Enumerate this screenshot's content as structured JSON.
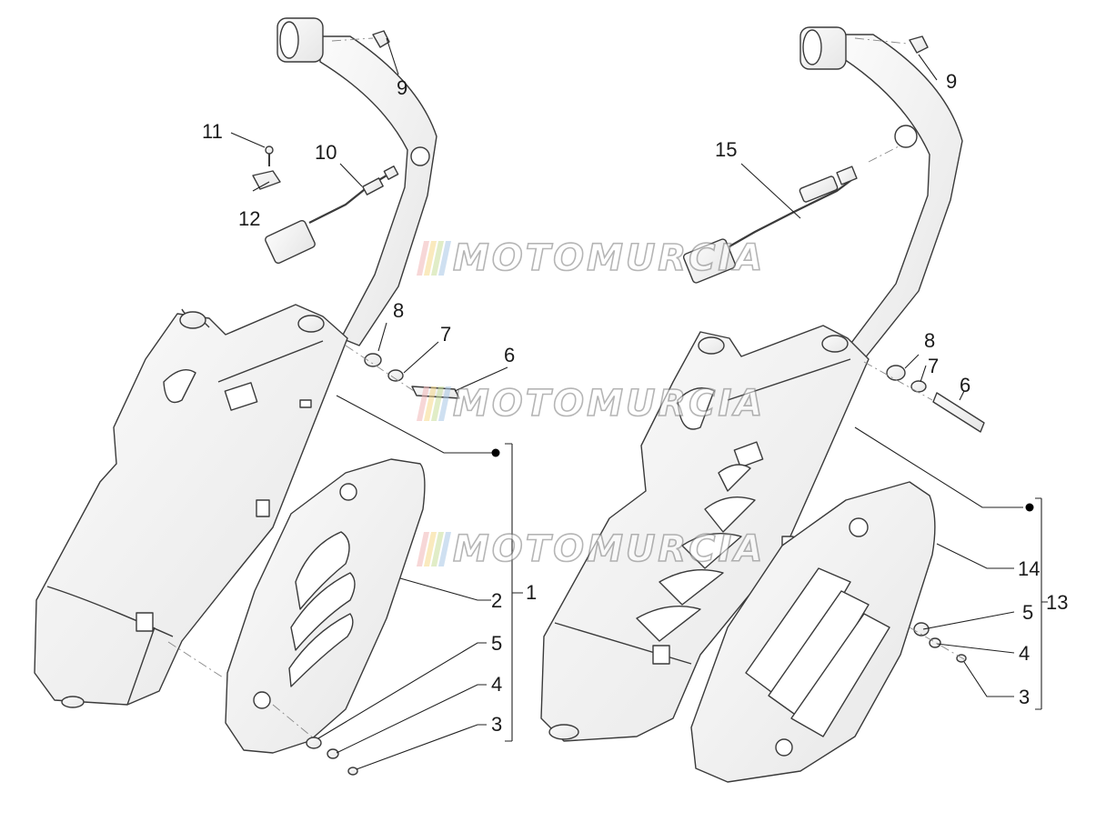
{
  "callouts": {
    "left": {
      "c9": "9",
      "c11": "11",
      "c10": "10",
      "c12": "12",
      "c8": "8",
      "c7": "7",
      "c6": "6",
      "c2": "2",
      "c1": "1",
      "c5": "5",
      "c4": "4",
      "c3": "3"
    },
    "right": {
      "c9": "9",
      "c15": "15",
      "c8": "8",
      "c7": "7",
      "c6": "6",
      "c14": "14",
      "c13": "13",
      "c5": "5",
      "c4": "4",
      "c3": "3"
    }
  },
  "watermark": {
    "text": "MOTOMURCIA",
    "stripe_colors": [
      "#f2b8b8",
      "#f6d98a",
      "#c9df9b",
      "#a9c8e6"
    ]
  },
  "colors": {
    "outline": "#3a3a3a",
    "leader": "#222222",
    "part_fill": "#f4f4f4",
    "shadow_fill": "#e3e3e3"
  }
}
